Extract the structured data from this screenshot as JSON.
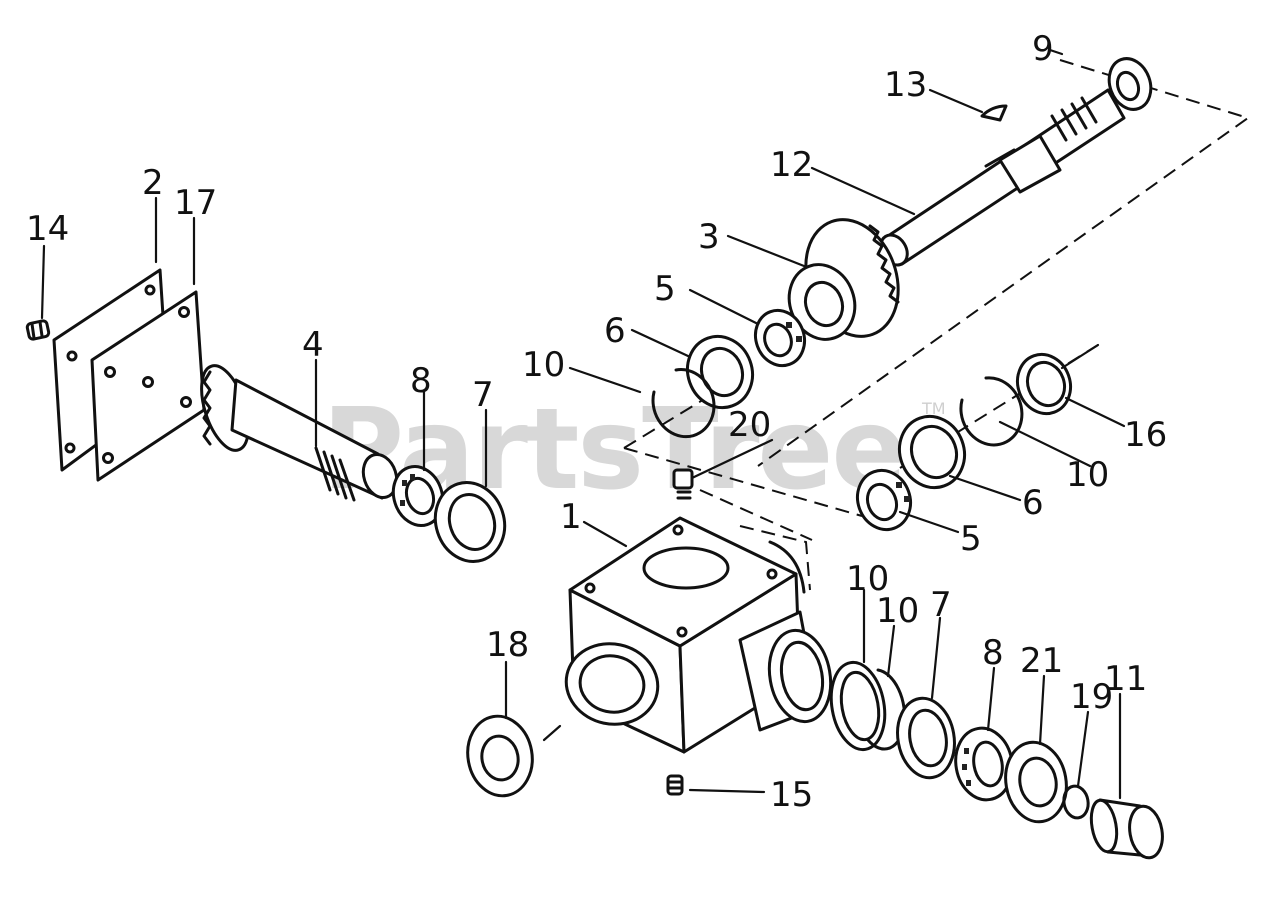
{
  "watermark": {
    "text": "PartsTree",
    "tm": "TM"
  },
  "callouts": {
    "c1": "1",
    "c2": "2",
    "c3": "3",
    "c4": "4",
    "c5a": "5",
    "c5b": "5",
    "c6a": "6",
    "c6b": "6",
    "c7a": "7",
    "c7b": "7",
    "c8a": "8",
    "c8b": "8",
    "c9": "9",
    "c10a": "10",
    "c10b": "10",
    "c10c": "10",
    "c10d": "10",
    "c11": "11",
    "c12": "12",
    "c13": "13",
    "c14": "14",
    "c15": "15",
    "c16": "16",
    "c17": "17",
    "c18": "18",
    "c19": "19",
    "c20": "20",
    "c21": "21"
  },
  "colors": {
    "ink": "#111111",
    "watermark": "#d8d8d8",
    "background": "#ffffff"
  }
}
